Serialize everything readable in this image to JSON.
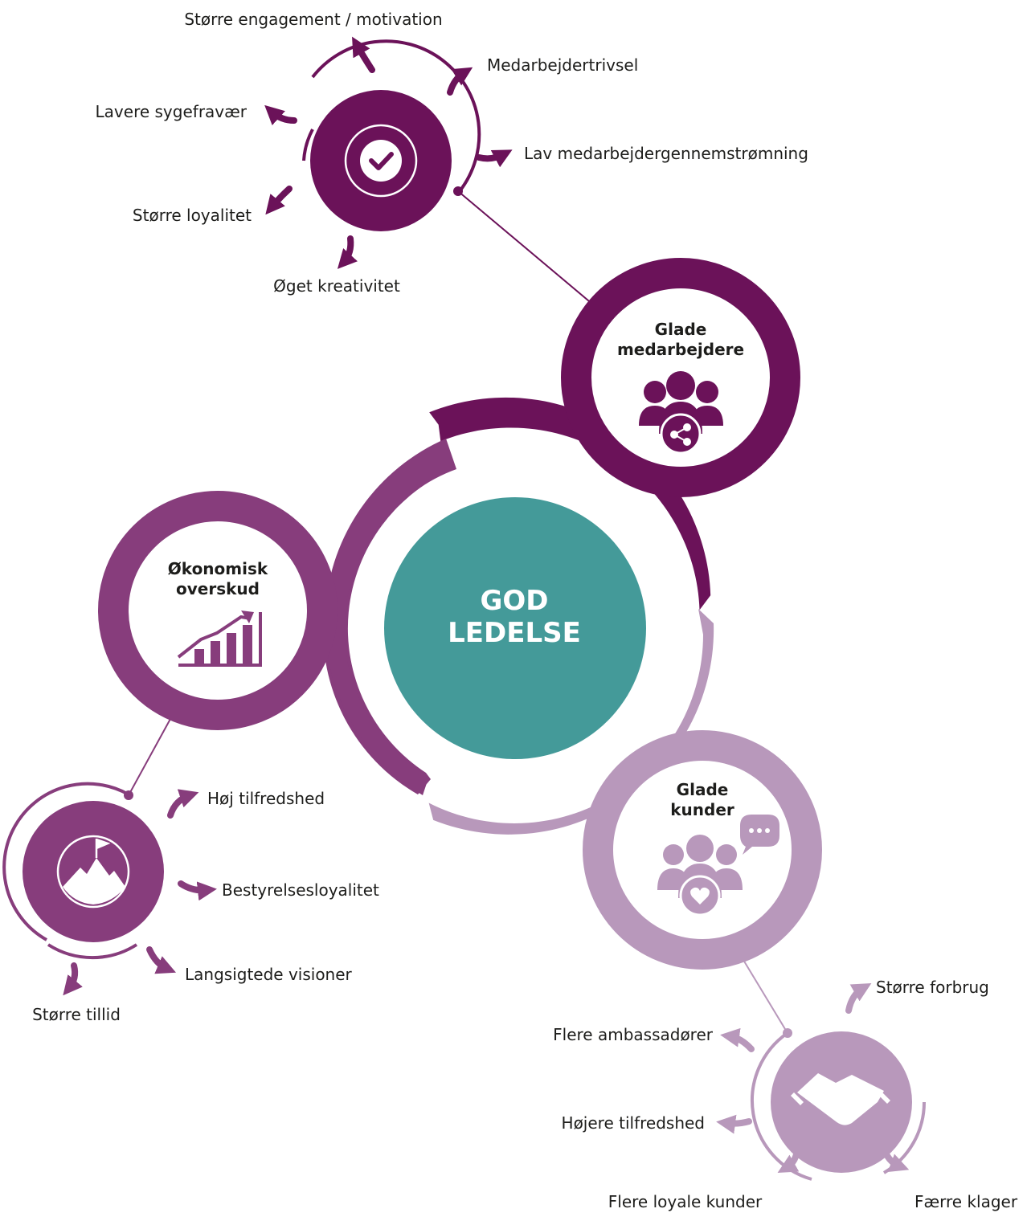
{
  "center": {
    "line1": "GOD",
    "line2": "LEDELSE"
  },
  "nodes": {
    "employees": {
      "title_line1": "Glade",
      "title_line2": "medarbejdere",
      "icon": "people-share-icon"
    },
    "economy": {
      "title_line1": "Økonomisk",
      "title_line2": "overskud",
      "icon": "growth-chart-icon"
    },
    "customers": {
      "title_line1": "Glade",
      "title_line2": "kunder",
      "icon": "people-heart-chat-icon"
    }
  },
  "satellites": {
    "employees": {
      "icon": "checkmark-icon",
      "benefits": [
        "Større engagement / motivation",
        "Medarbejdertrivsel",
        "Lavere sygefravær",
        "Lav medarbejdergennemstrømning",
        "Større loyalitet",
        "Øget kreativitet"
      ]
    },
    "economy": {
      "icon": "mountain-flag-icon",
      "benefits": [
        "Høj tilfredshed",
        "Bestyrelsesloyalitet",
        "Langsigtede visioner",
        "Større tillid"
      ]
    },
    "customers": {
      "icon": "handshake-icon",
      "benefits": [
        "Større forbrug",
        "Flere ambassadører",
        "Højere tilfredshed",
        "Flere loyale kunder",
        "Færre klager"
      ]
    }
  },
  "colors": {
    "dark_purple": "#6b1259",
    "mid_purple": "#873d7c",
    "light_purple": "#b898bb",
    "teal": "#449a99"
  }
}
